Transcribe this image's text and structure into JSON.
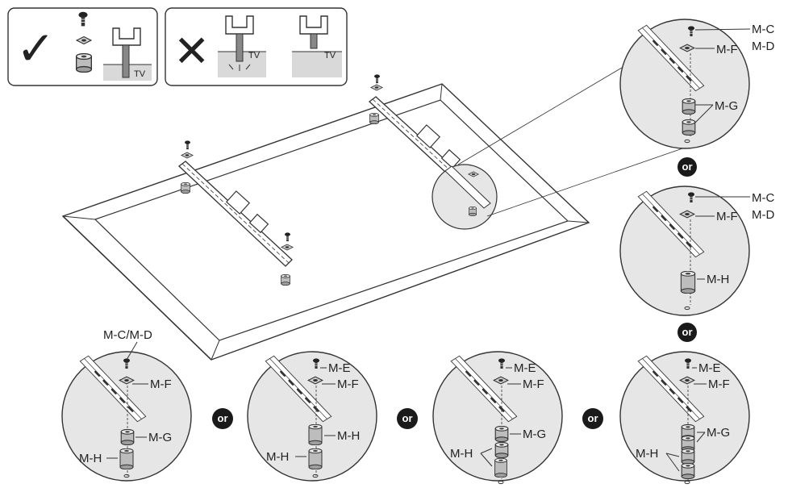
{
  "colors": {
    "line": "#333333",
    "circle_fill": "#e6e6e6",
    "panel_fill": "#d9d9d9",
    "badge_fill": "#1a1a1a"
  },
  "legend": {
    "correct_symbol": "✓",
    "wrong_symbol": "✕",
    "tv_label": "TV"
  },
  "or_label": "or",
  "details": {
    "right_1": {
      "labels": [
        "M-C",
        "M-D",
        "M-F",
        "M-G"
      ]
    },
    "right_2": {
      "labels": [
        "M-C",
        "M-D",
        "M-F",
        "M-H"
      ]
    },
    "right_3": {
      "labels": [
        "M-E",
        "M-F",
        "M-G",
        "M-H"
      ]
    },
    "bottom_1": {
      "labels": [
        "M-C/M-D",
        "M-F",
        "M-G",
        "M-H"
      ]
    },
    "bottom_2": {
      "labels": [
        "M-E",
        "M-F",
        "M-H",
        "M-H"
      ]
    },
    "bottom_3": {
      "labels": [
        "M-E",
        "M-F",
        "M-G",
        "M-H"
      ]
    }
  }
}
